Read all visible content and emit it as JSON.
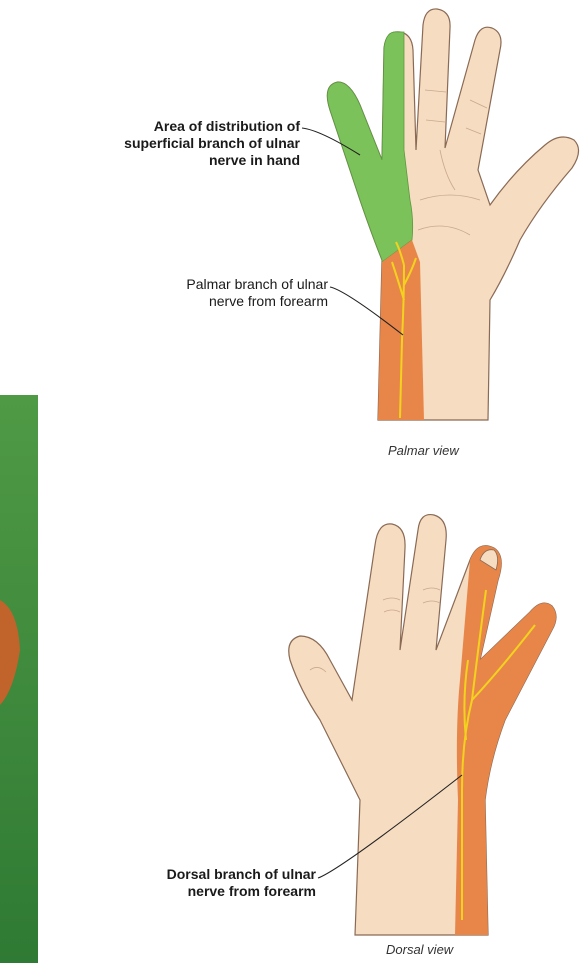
{
  "labels": {
    "superficial_line1": "Area of distribution of",
    "superficial_line2": "superficial branch of ulnar",
    "superficial_line3": "nerve in hand",
    "palmar_line1": "Palmar branch of ulnar",
    "palmar_line2": "nerve from forearm",
    "dorsal_line1": "Dorsal branch of ulnar",
    "dorsal_line2": "nerve from forearm"
  },
  "captions": {
    "palmar_view": "Palmar view",
    "dorsal_view": "Dorsal view"
  },
  "colors": {
    "skin": "#f6dcc0",
    "skin_outline": "#8a6a55",
    "superficial_area": "#7cc25a",
    "palmar_area": "#e8864a",
    "dorsal_area": "#e8864a",
    "nerve": "#f2d21e",
    "photo_green": "#3f8a3a"
  }
}
